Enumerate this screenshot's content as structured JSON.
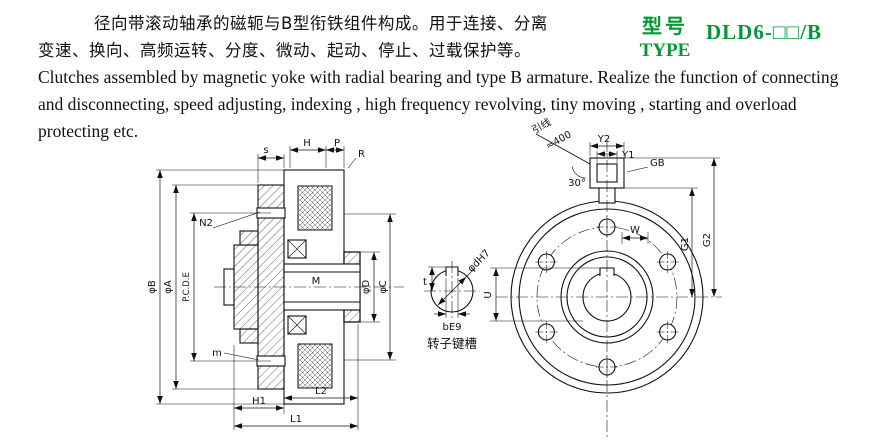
{
  "colors": {
    "accent_green": "#009933",
    "text": "#111111",
    "line": "#111111"
  },
  "header": {
    "cn_line1": "径向带滚动轴承的磁轭与B型衔铁组件构成。用于连接、分离",
    "cn_line2": "变速、换向、高频运转、分度、微动、起动、停止、过载保护等。",
    "type_cn": "型号",
    "type_en": "TYPE",
    "model": "DLD6-□□/B"
  },
  "description_en": "Clutches assembled by magnetic yoke with radial bearing and type B armature. Realize the function of connecting and disconnecting, speed adjusting, indexing , high frequency revolving, tiny moving , starting and overload protecting etc.",
  "drawing": {
    "section_view": {
      "dims": {
        "s": "s",
        "H": "H",
        "P": "P",
        "R": "R",
        "N2": "N2",
        "m": "m",
        "M": "M",
        "phiB": "φB",
        "phiA": "φA",
        "pcde": "P.C.D.E",
        "phiD": "φD",
        "phiC": "φC",
        "H1": "H1",
        "L2": "L2",
        "L1": "L1"
      }
    },
    "keyway_detail": {
      "dia": "φdH7",
      "depth": "t",
      "width": "bE9",
      "caption": "转子键槽"
    },
    "front_view": {
      "dims": {
        "Y2": "Y2",
        "Y1": "Y1",
        "GB": "GB",
        "W": "W",
        "G1": "G1",
        "G2": "G2",
        "U": "U",
        "lead_label": "引线",
        "lead_length": "≈400",
        "lead_angle": "30°"
      }
    }
  }
}
